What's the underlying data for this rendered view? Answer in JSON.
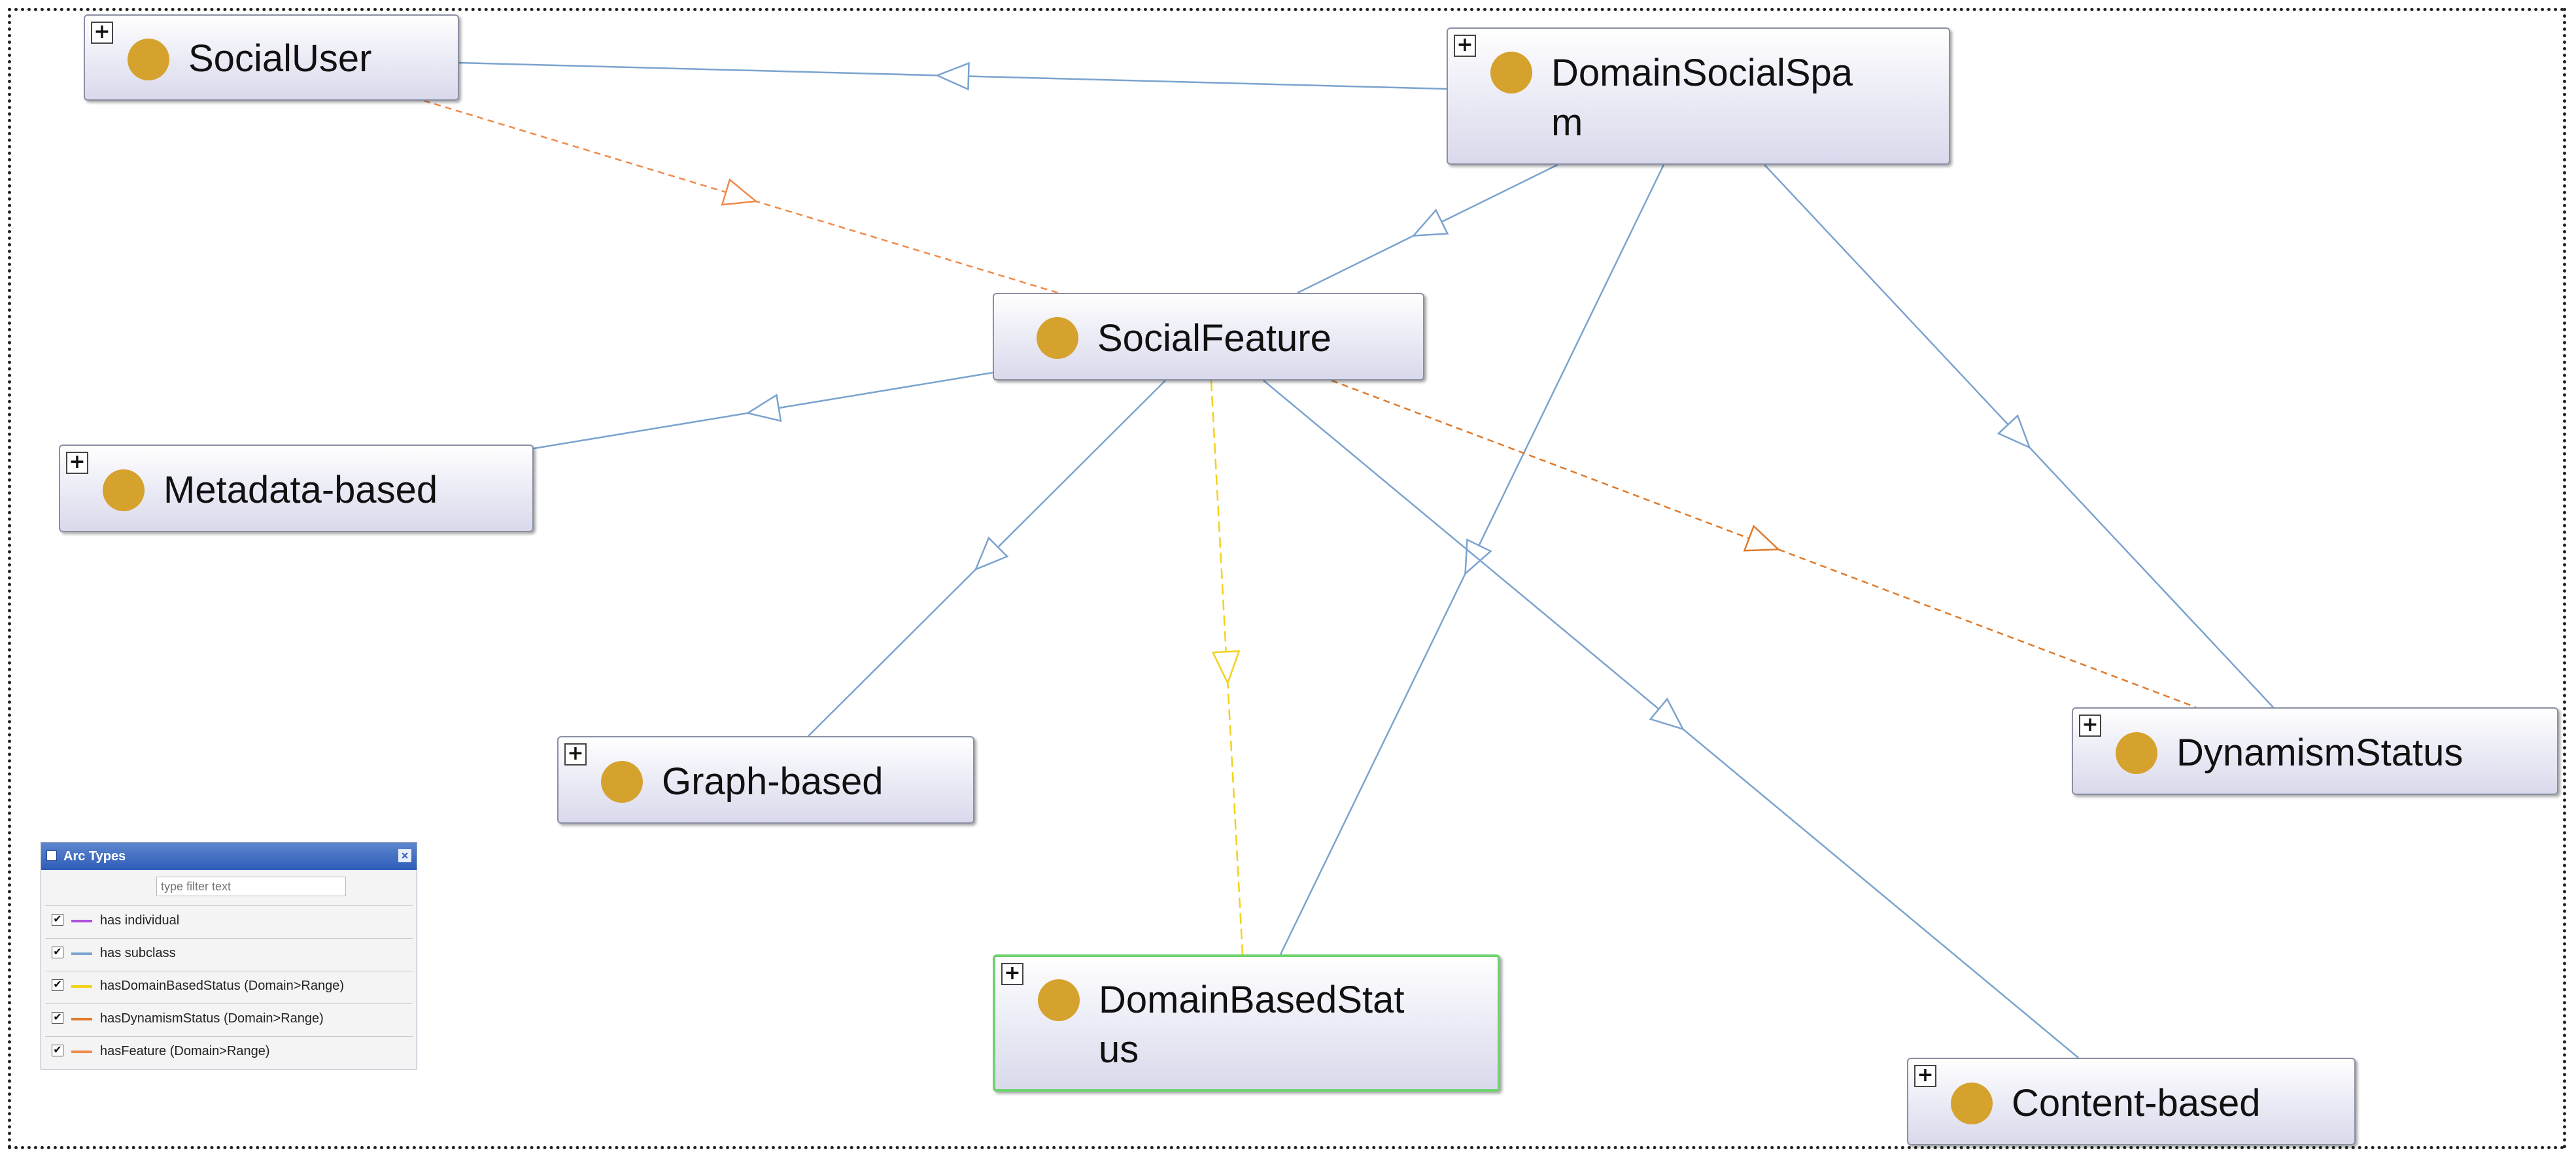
{
  "colors": {
    "subclass": "#7ba3cf",
    "feature": "#f08a4b",
    "domain_status": "#f2d21b",
    "individual": "#b04fd8",
    "dynamism": "#e07a2a"
  },
  "nodes": {
    "social_user": {
      "label": "SocialUser"
    },
    "domain_social_spam": {
      "label_line1": "DomainSocialSpa",
      "label_line2": "m"
    },
    "social_feature": {
      "label": "SocialFeature"
    },
    "metadata_based": {
      "label": "Metadata-based"
    },
    "graph_based": {
      "label": "Graph-based"
    },
    "domain_based_status": {
      "label_line1": "DomainBasedStat",
      "label_line2": "us"
    },
    "dynamism_status": {
      "label": "DynamismStatus"
    },
    "content_based": {
      "label": "Content-based"
    }
  },
  "legend": {
    "title": "Arc Types",
    "filter_placeholder": "type filter text",
    "items": [
      {
        "label": "has individual",
        "checked": true,
        "color": "#b04fd8"
      },
      {
        "label": "has subclass",
        "checked": true,
        "color": "#7ba3cf"
      },
      {
        "label": "hasDomainBasedStatus (Domain>Range)",
        "checked": true,
        "color": "#f2d21b"
      },
      {
        "label": "hasDynamismStatus (Domain>Range)",
        "checked": true,
        "color": "#e07a2a"
      },
      {
        "label": "hasFeature (Domain>Range)",
        "checked": true,
        "color": "#f08a4b"
      }
    ]
  },
  "arcs": [
    {
      "from": "domain_social_spam",
      "to": "social_user",
      "type": "subclass"
    },
    {
      "from": "domain_social_spam",
      "to": "social_feature",
      "type": "subclass"
    },
    {
      "from": "domain_social_spam",
      "to": "domain_based_status",
      "type": "subclass"
    },
    {
      "from": "domain_social_spam",
      "to": "dynamism_status",
      "type": "subclass"
    },
    {
      "from": "social_feature",
      "to": "metadata_based",
      "type": "subclass"
    },
    {
      "from": "social_feature",
      "to": "graph_based",
      "type": "subclass"
    },
    {
      "from": "social_feature",
      "to": "content_based",
      "type": "subclass"
    },
    {
      "from": "social_user",
      "to": "social_feature",
      "type": "feature"
    },
    {
      "from": "social_feature",
      "to": "dynamism_status",
      "type": "dynamism"
    },
    {
      "from": "social_feature",
      "to": "domain_based_status",
      "type": "domain_status"
    }
  ]
}
